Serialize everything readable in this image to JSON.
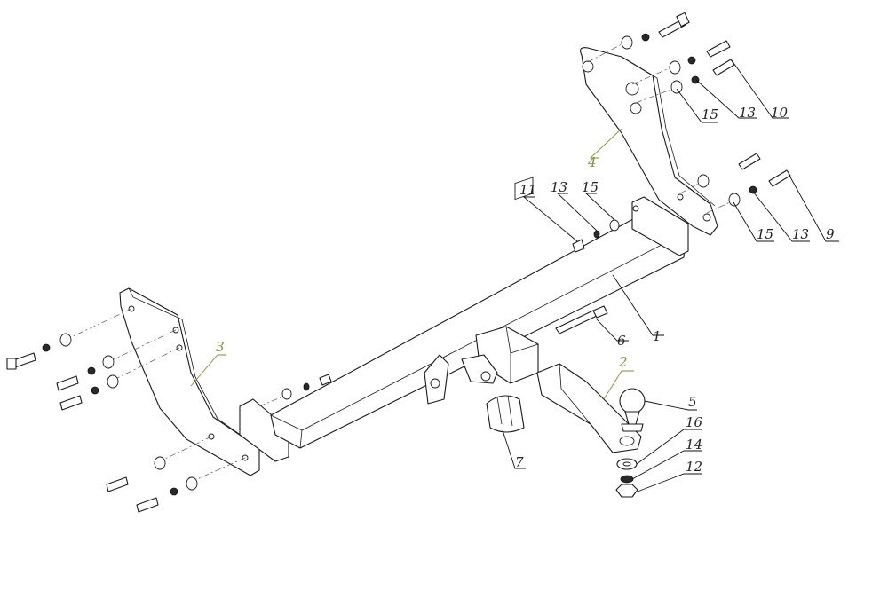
{
  "diagram": {
    "labels": [
      {
        "id": "1",
        "text": "1"
      },
      {
        "id": "2",
        "text": "2"
      },
      {
        "id": "3",
        "text": "3"
      },
      {
        "id": "4",
        "text": "4"
      },
      {
        "id": "5",
        "text": "5"
      },
      {
        "id": "6",
        "text": "6"
      },
      {
        "id": "7",
        "text": "7"
      },
      {
        "id": "9",
        "text": "9"
      },
      {
        "id": "10",
        "text": "10"
      },
      {
        "id": "11",
        "text": "11"
      },
      {
        "id": "12",
        "text": "12"
      },
      {
        "id": "13a",
        "text": "13"
      },
      {
        "id": "13b",
        "text": "13"
      },
      {
        "id": "13c",
        "text": "13"
      },
      {
        "id": "14",
        "text": "14"
      },
      {
        "id": "15a",
        "text": "15"
      },
      {
        "id": "15b",
        "text": "15"
      },
      {
        "id": "15c",
        "text": "15"
      },
      {
        "id": "16",
        "text": "16"
      }
    ],
    "colors": {
      "line": "#1a1a1a",
      "accent_leader": "#8a8a3a",
      "background": "#ffffff"
    }
  }
}
